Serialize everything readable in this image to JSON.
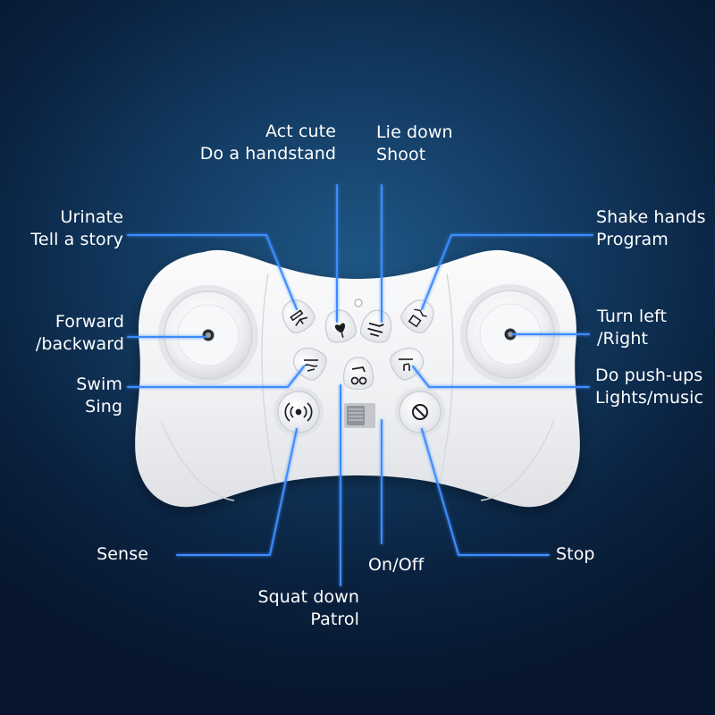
{
  "labels": {
    "act_cute": [
      "Act cute",
      "Do a handstand"
    ],
    "lie_down": [
      "Lie down",
      "Shoot"
    ],
    "urinate": [
      "Urinate",
      "Tell a story"
    ],
    "shake_hands": [
      "Shake hands",
      "Program"
    ],
    "forward": [
      "Forward",
      "/backward"
    ],
    "turn_left": [
      "Turn left",
      "/Right"
    ],
    "swim": [
      "Swim",
      "Sing"
    ],
    "push_ups": [
      "Do push-ups",
      "Lights/music"
    ],
    "sense": "Sense",
    "stop": "Stop",
    "on_off": "On/Off",
    "squat": [
      "Squat down",
      "Patrol"
    ]
  },
  "colors": {
    "background": "#0d2a4b",
    "controller_body": "#f2f3f5",
    "line": "#3d8cff",
    "text": "#ffffff"
  },
  "icons": {
    "sense_button": "wireless-signal-icon",
    "stop_button": "prohibited-icon",
    "switch": "power-slide-switch"
  }
}
